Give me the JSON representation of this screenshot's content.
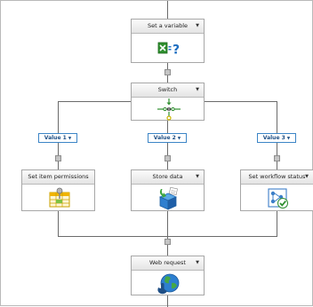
{
  "workflow": {
    "set_variable": {
      "title": "Set a variable",
      "icon": "variable-x-equals-question-icon"
    },
    "switch": {
      "title": "Switch",
      "icon": "switch-branch-icon"
    },
    "cases": [
      {
        "label": "Value 1"
      },
      {
        "label": "Value 2"
      },
      {
        "label": "Value 3"
      }
    ],
    "branches": [
      {
        "title": "Set item permissions",
        "icon": "permissions-table-key-icon"
      },
      {
        "title": "Store data",
        "icon": "store-data-box-icon"
      },
      {
        "title": "Set workflow status",
        "icon": "workflow-status-check-icon"
      }
    ],
    "web_request": {
      "title": "Web request",
      "icon": "web-request-globe-icon"
    }
  },
  "colors": {
    "line": "#6b6b6b",
    "connector": "#c4c4c4",
    "case_border": "#3c85c6",
    "icon_green": "#2f8f2f",
    "icon_blue": "#1f6fc1"
  }
}
